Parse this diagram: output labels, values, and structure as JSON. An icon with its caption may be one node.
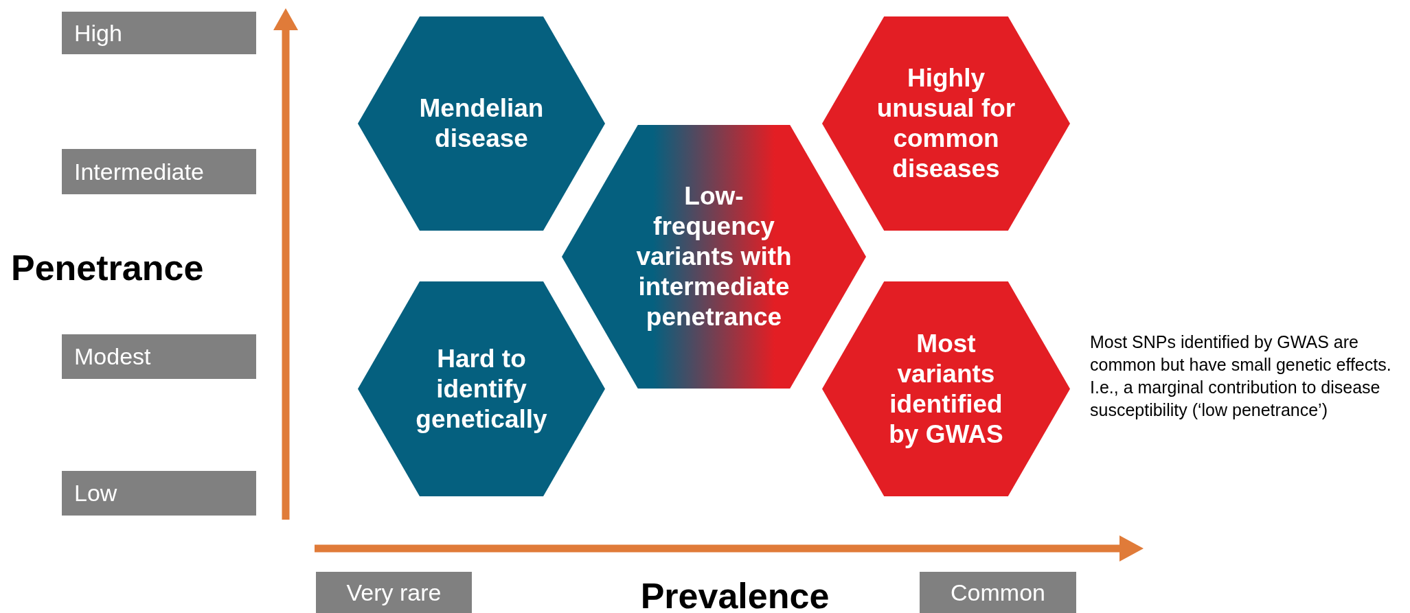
{
  "diagram": {
    "nodes": [
      {
        "text": [
          "High"
        ]
      },
      {
        "text": [
          "Mendelian disease"
        ]
      },
      {
        "text": [
          "Highly unusual for common diseases"
        ]
      },
      {
        "text": [
          "Intermediate"
        ]
      },
      {
        "text": [
          "Low-frequency variants with intermediate penetrance"
        ]
      },
      {
        "text": [
          "Modest"
        ]
      },
      {
        "text": [
          "Hard to identify genetically"
        ]
      },
      {
        "text": [
          "Most variants identified by GWAS"
        ]
      },
      {
        "text": [
          "Low"
        ]
      },
      {
        "text": [
          "Very rare"
        ]
      },
      {
        "text": [
          "Common"
        ]
      }
    ],
    "edges": [],
    "labels": [
      "Penetrance",
      "Most SNPs identified by GWAS are common but have small genetic effects. I.e., a marginal contribution to disease susceptibility (‘low penetrance’)",
      "Prevalence"
    ]
  }
}
